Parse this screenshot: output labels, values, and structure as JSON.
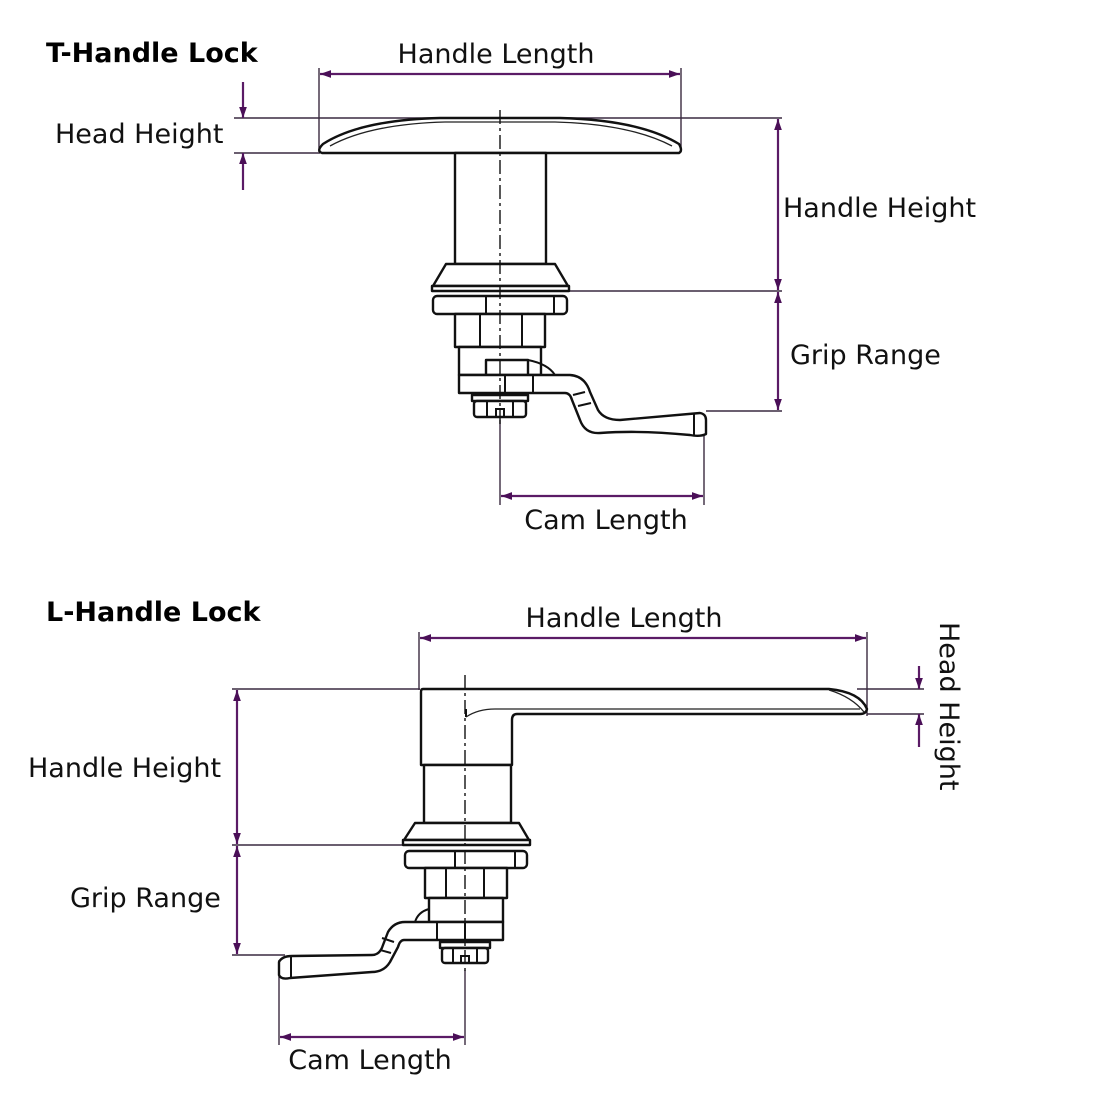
{
  "colors": {
    "dimension": "#5b1b66",
    "arrow": "#4a0f57",
    "outline": "#111111",
    "background": "#ffffff"
  },
  "t_handle": {
    "title": "T-Handle Lock",
    "labels": {
      "handle_length": "Handle Length",
      "head_height": "Head Height",
      "handle_height": "Handle Height",
      "grip_range": "Grip Range",
      "cam_length": "Cam Length"
    }
  },
  "l_handle": {
    "title": "L-Handle Lock",
    "labels": {
      "handle_length": "Handle Length",
      "head_height": "Head Height",
      "handle_height": "Handle Height",
      "grip_range": "Grip Range",
      "cam_length": "Cam Length"
    }
  }
}
